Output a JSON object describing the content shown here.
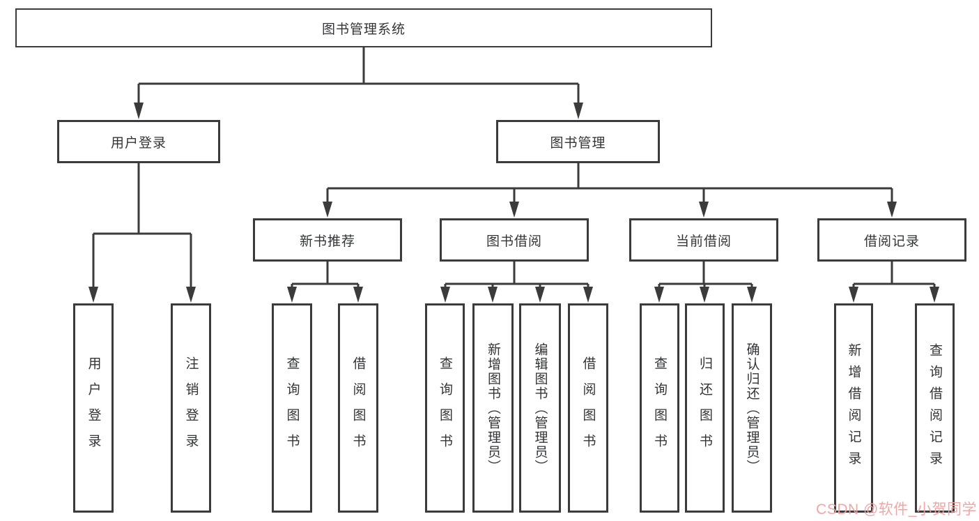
{
  "diagram": {
    "title_node": {
      "label": "图书管理系统"
    },
    "level2": {
      "user_login": {
        "label": "用户登录"
      },
      "book_management": {
        "label": "图书管理"
      }
    },
    "level3": {
      "new_book_recommend": {
        "label": "新书推荐"
      },
      "book_borrow": {
        "label": "图书借阅"
      },
      "current_borrow": {
        "label": "当前借阅"
      },
      "borrow_record": {
        "label": "借阅记录"
      }
    },
    "leaves": {
      "user_login": [
        "用户登录",
        "注销登录"
      ],
      "new_book_recommend": [
        "查询图书",
        "借阅图书"
      ],
      "book_borrow": [
        "查询图书",
        "新增图书（管理员）",
        "编辑图书（管理员）",
        "借阅图书"
      ],
      "current_borrow": [
        "查询图书",
        "归还图书",
        "确认归还（管理员）"
      ],
      "borrow_record": [
        "新增借阅记录",
        "查询借阅记录"
      ]
    }
  },
  "watermark": {
    "text": "CSDN @软件_小贺同学",
    "color": "#f0a2a2"
  },
  "colors": {
    "line": "#3b3b3e",
    "text": "#333436",
    "background": "#ffffff"
  }
}
